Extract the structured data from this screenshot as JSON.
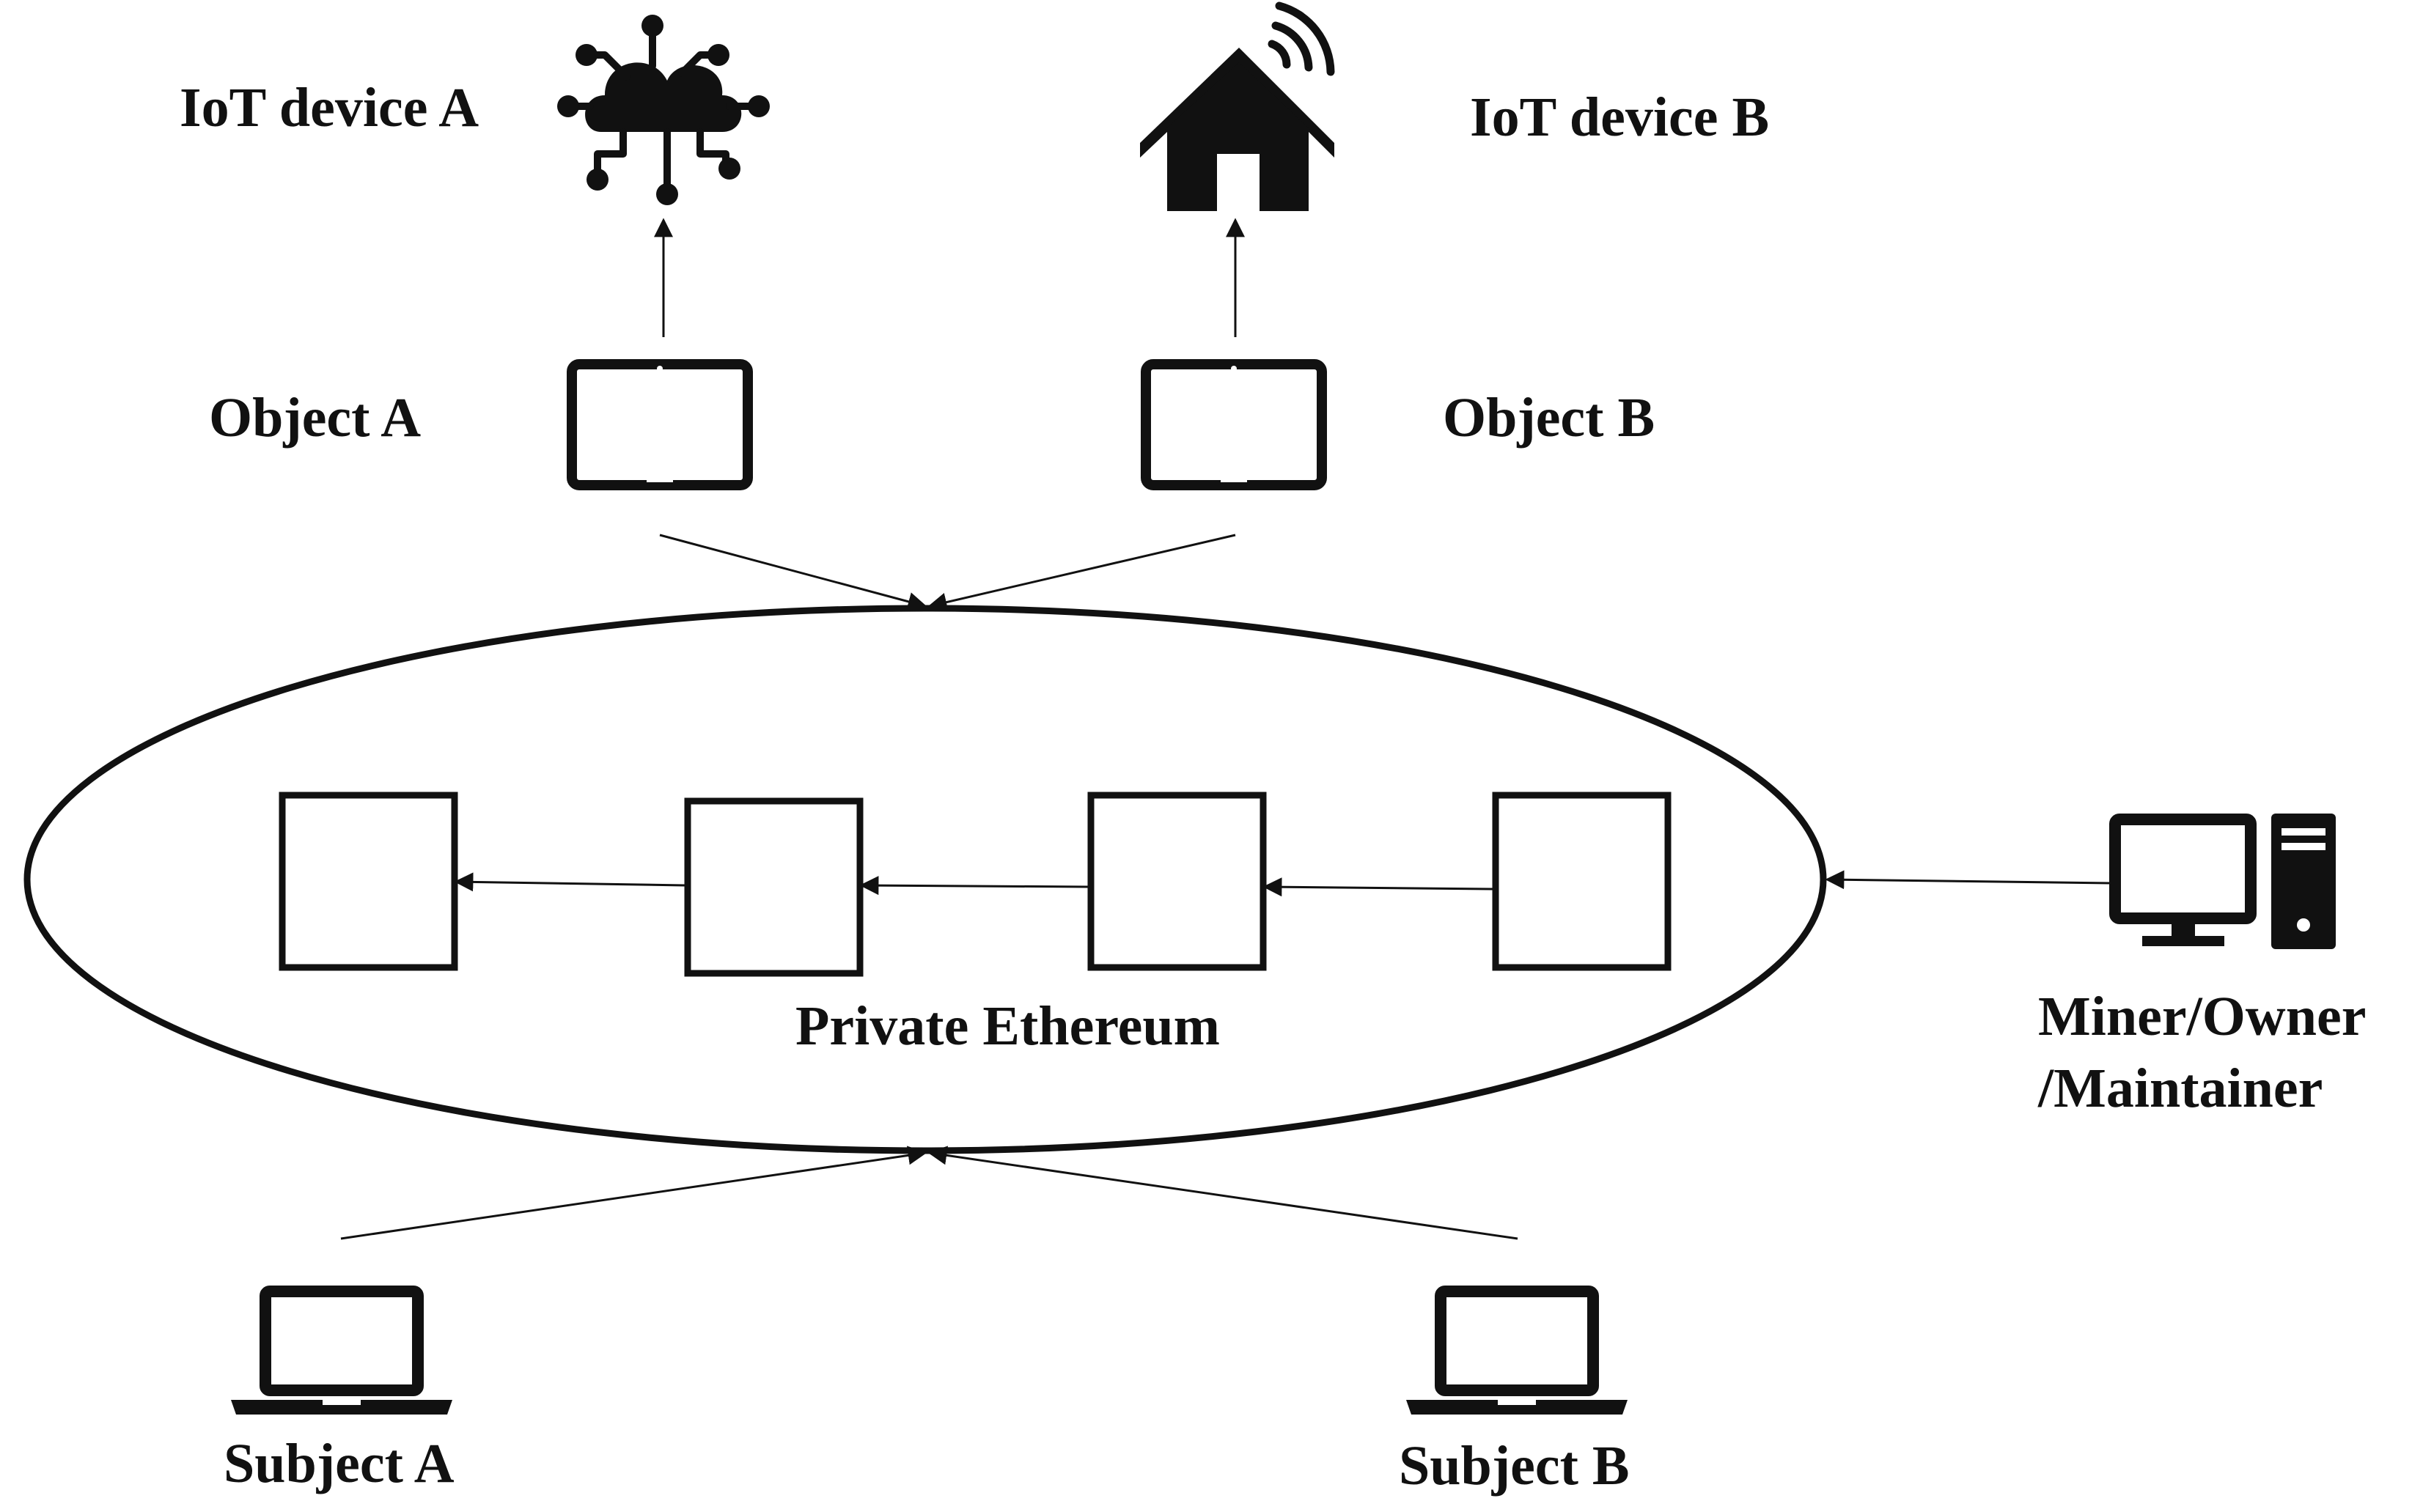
{
  "labels": {
    "iot_device_a": "IoT device A",
    "iot_device_b": "IoT device B",
    "object_a": "Object A",
    "object_b": "Object B",
    "network": "Private Ethereum",
    "miner_line1": "Miner/Owner",
    "miner_line2": "/Maintainer",
    "subject_a": "Subject A",
    "subject_b": "Subject B"
  },
  "icons": {
    "iot_device_a": "cloud-network-icon",
    "iot_device_b": "smart-home-icon",
    "object_a": "tablet-icon",
    "object_b": "tablet-icon",
    "miner": "desktop-computer-icon",
    "subject_a": "laptop-icon",
    "subject_b": "laptop-icon"
  },
  "colors": {
    "stroke": "#111111",
    "background": "#ffffff"
  }
}
